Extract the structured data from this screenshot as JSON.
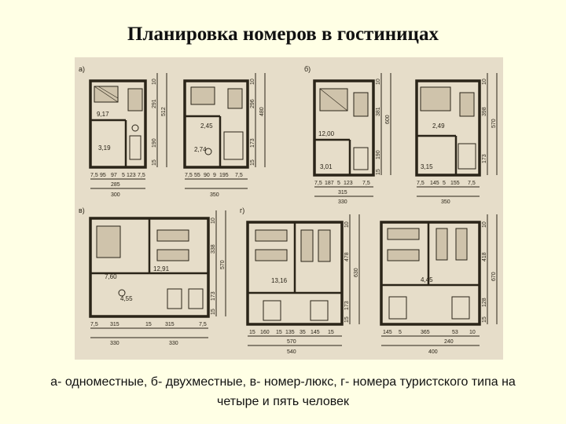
{
  "slide": {
    "title": "Планировка номеров в гостиницах",
    "caption": "а- одноместные, б- двухместные, в- номер-люкс, г- номера туристского типа на четыре и пять человек"
  },
  "drawing": {
    "section_labels": [
      "а)",
      "б)",
      "в)",
      "г)"
    ],
    "rooms": {
      "a1": {
        "area_main": "9,17",
        "area_aux": "3,19",
        "widths": [
          "7,5",
          "95",
          "97",
          "5",
          "123",
          "7,5"
        ],
        "sub_total": "285",
        "total": "300",
        "heights": [
          "10",
          "291",
          "512",
          "190",
          "15"
        ]
      },
      "a2": {
        "area_main": "2,45",
        "area_aux": "2,74",
        "widths": [
          "7,5",
          "55",
          "90",
          "9",
          "195",
          "7,5"
        ],
        "total": "350",
        "heights": [
          "10",
          "296",
          "480",
          "173",
          "15"
        ]
      },
      "b1": {
        "area_main": "12,00",
        "area_aux": "3,01",
        "widths": [
          "7,5",
          "187",
          "5",
          "123",
          "7,5"
        ],
        "sub_total": "315",
        "total": "330",
        "heights": [
          "10",
          "381",
          "600",
          "190",
          "15"
        ]
      },
      "b2": {
        "area_main": "2,49",
        "area_aux": "3,15",
        "widths": [
          "7,5",
          "145",
          "5",
          "155",
          "7,5"
        ],
        "total": "350",
        "heights": [
          "10",
          "398",
          "570",
          "173"
        ]
      },
      "c": {
        "area_main": "12,91",
        "area_aux": "4,55",
        "area_hall": "7,60",
        "widths": [
          "7,5",
          "315",
          "15",
          "315",
          "7,5"
        ],
        "totals": [
          "330",
          "330"
        ],
        "heights": [
          "10",
          "338",
          "570",
          "173",
          "15"
        ]
      },
      "d1": {
        "area_main": "13,16",
        "widths": [
          "15",
          "160",
          "15",
          "135",
          "35",
          "145",
          "15"
        ],
        "totals": [
          "570",
          "540"
        ],
        "heights": [
          "10",
          "478",
          "630",
          "173",
          "15"
        ]
      },
      "d2": {
        "area_aux": "4,45",
        "widths": [
          "145",
          "5",
          "365",
          "53",
          "10"
        ],
        "totals": [
          "240",
          "400"
        ],
        "heights": [
          "10",
          "418",
          "670",
          "128",
          "15"
        ]
      }
    }
  }
}
